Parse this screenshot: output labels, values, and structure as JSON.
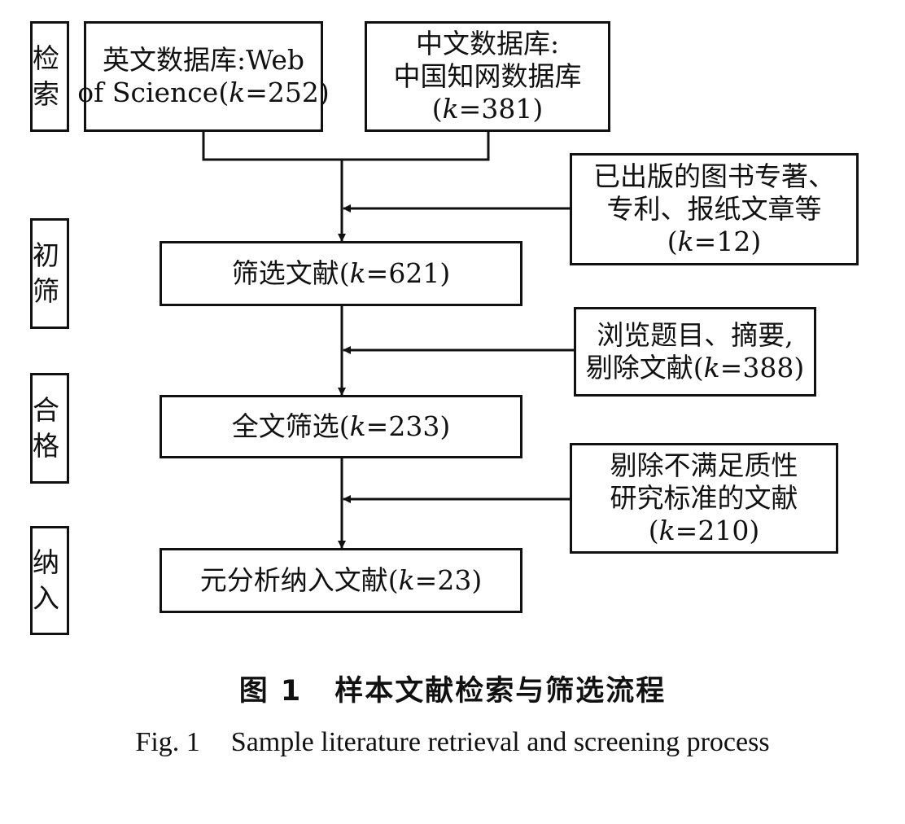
{
  "stages": [
    "检索",
    "初筛",
    "合格",
    "纳入"
  ],
  "boxes": {
    "wos": [
      "英文数据库:Web",
      "of Science(k=252)"
    ],
    "cnki": [
      "中文数据库:",
      "中国知网数据库",
      "(k=381)"
    ],
    "books": [
      "已出版的图书专著、",
      "专利、报纸文章等",
      "(k=12)"
    ],
    "screened": [
      "筛选文献(k=621)"
    ],
    "removed_abstract": [
      "浏览题目、摘要,",
      "剔除文献(k=388)"
    ],
    "fulltext": [
      "全文筛选(k=233)"
    ],
    "removed_quality": [
      "剔除不满足质性",
      "研究标准的文献",
      "(k=210)"
    ],
    "included": [
      "元分析纳入文献(k=23)"
    ]
  },
  "caption": {
    "cn_label": "图 1",
    "cn_title": "样本文献检索与筛选流程",
    "en_label": "Fig. 1",
    "en_title": "Sample literature retrieval and screening process"
  }
}
